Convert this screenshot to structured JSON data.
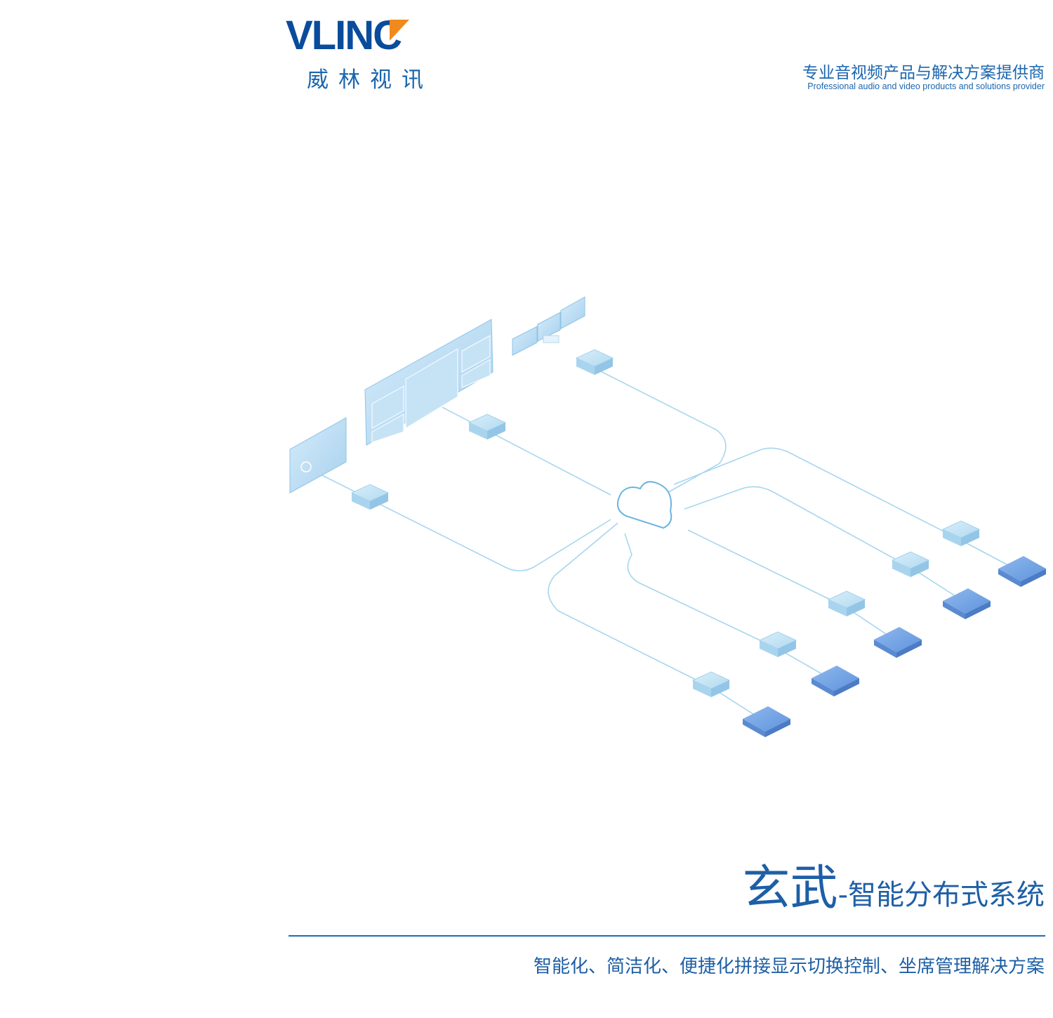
{
  "brand": {
    "logo_text": "VLINC",
    "logo_cn": "威林视讯",
    "blue": "#0a4c9c",
    "orange": "#f08a1c"
  },
  "tagline": {
    "cn": "专业音视频产品与解决方案提供商",
    "en": "Professional audio and video products and solutions provider"
  },
  "title": {
    "main": "玄武",
    "sub": "-智能分布式系统"
  },
  "subtitle": "智能化、简洁化、便捷化拼接显示切换控制、坐席管理解决方案",
  "diagram": {
    "icons": [
      "cloud-icon",
      "display-screen-icon",
      "video-wall-icon",
      "monitor-array-icon",
      "encoder-box-icon",
      "decoder-box-icon"
    ],
    "line_color": "#9fd3ec",
    "box_color": "#b9def1",
    "dark_box_color": "#5d92d8"
  }
}
